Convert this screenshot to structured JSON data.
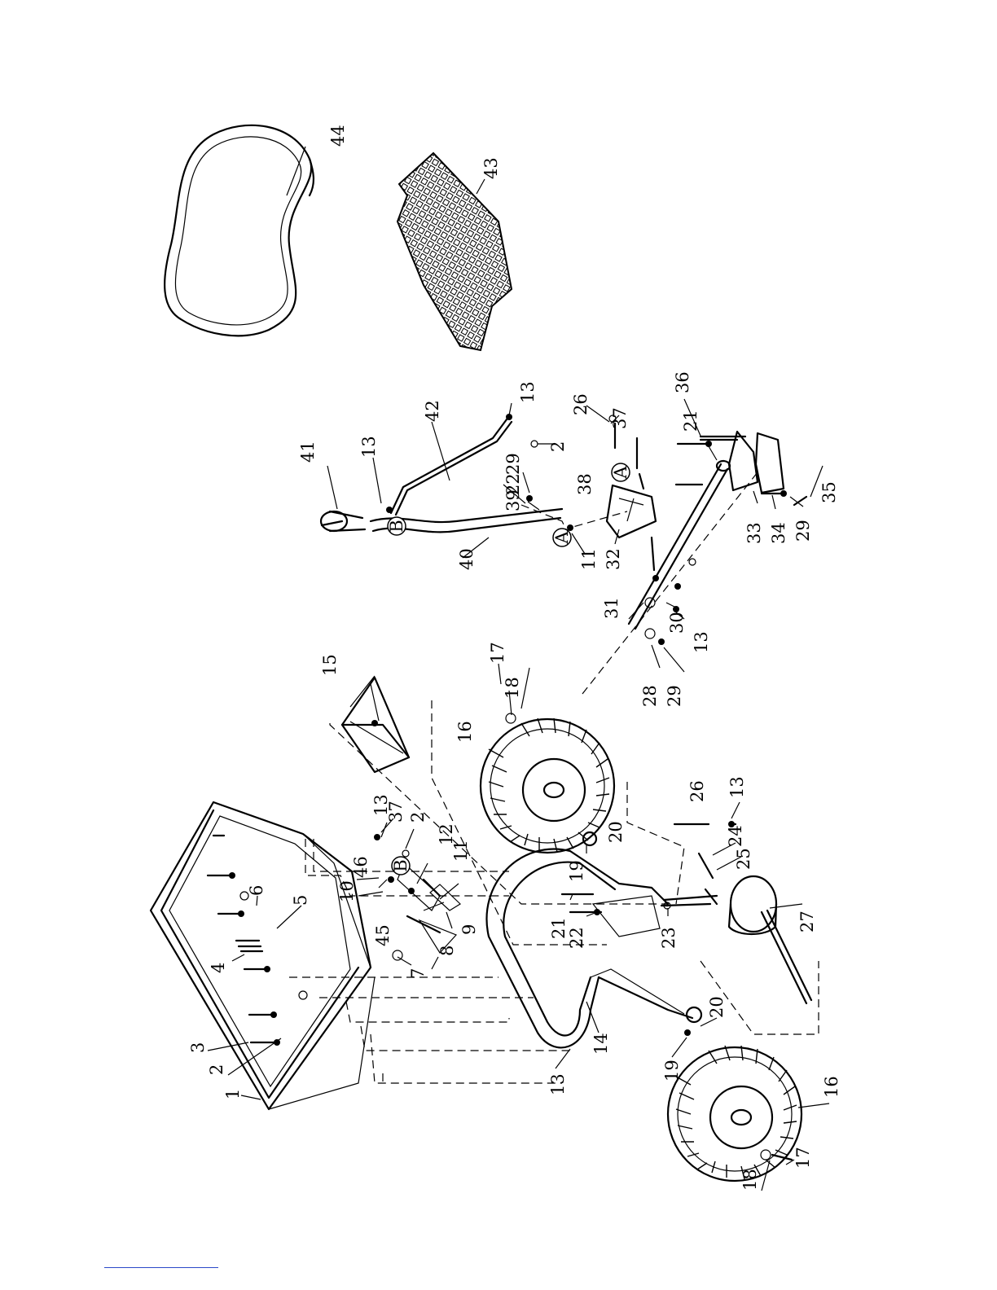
{
  "diagram": {
    "callouts": [
      "1",
      "2",
      "3",
      "4",
      "5",
      "6",
      "7",
      "8",
      "9",
      "10",
      "11",
      "12",
      "13",
      "14",
      "15",
      "16",
      "17",
      "18",
      "19",
      "20",
      "21",
      "22",
      "23",
      "24",
      "25",
      "26",
      "27",
      "28",
      "29",
      "30",
      "31",
      "32",
      "33",
      "34",
      "35",
      "36",
      "37",
      "38",
      "39",
      "40",
      "41",
      "42",
      "43",
      "44",
      "45",
      "46"
    ],
    "markers": {
      "a": "A",
      "b": "B"
    }
  }
}
